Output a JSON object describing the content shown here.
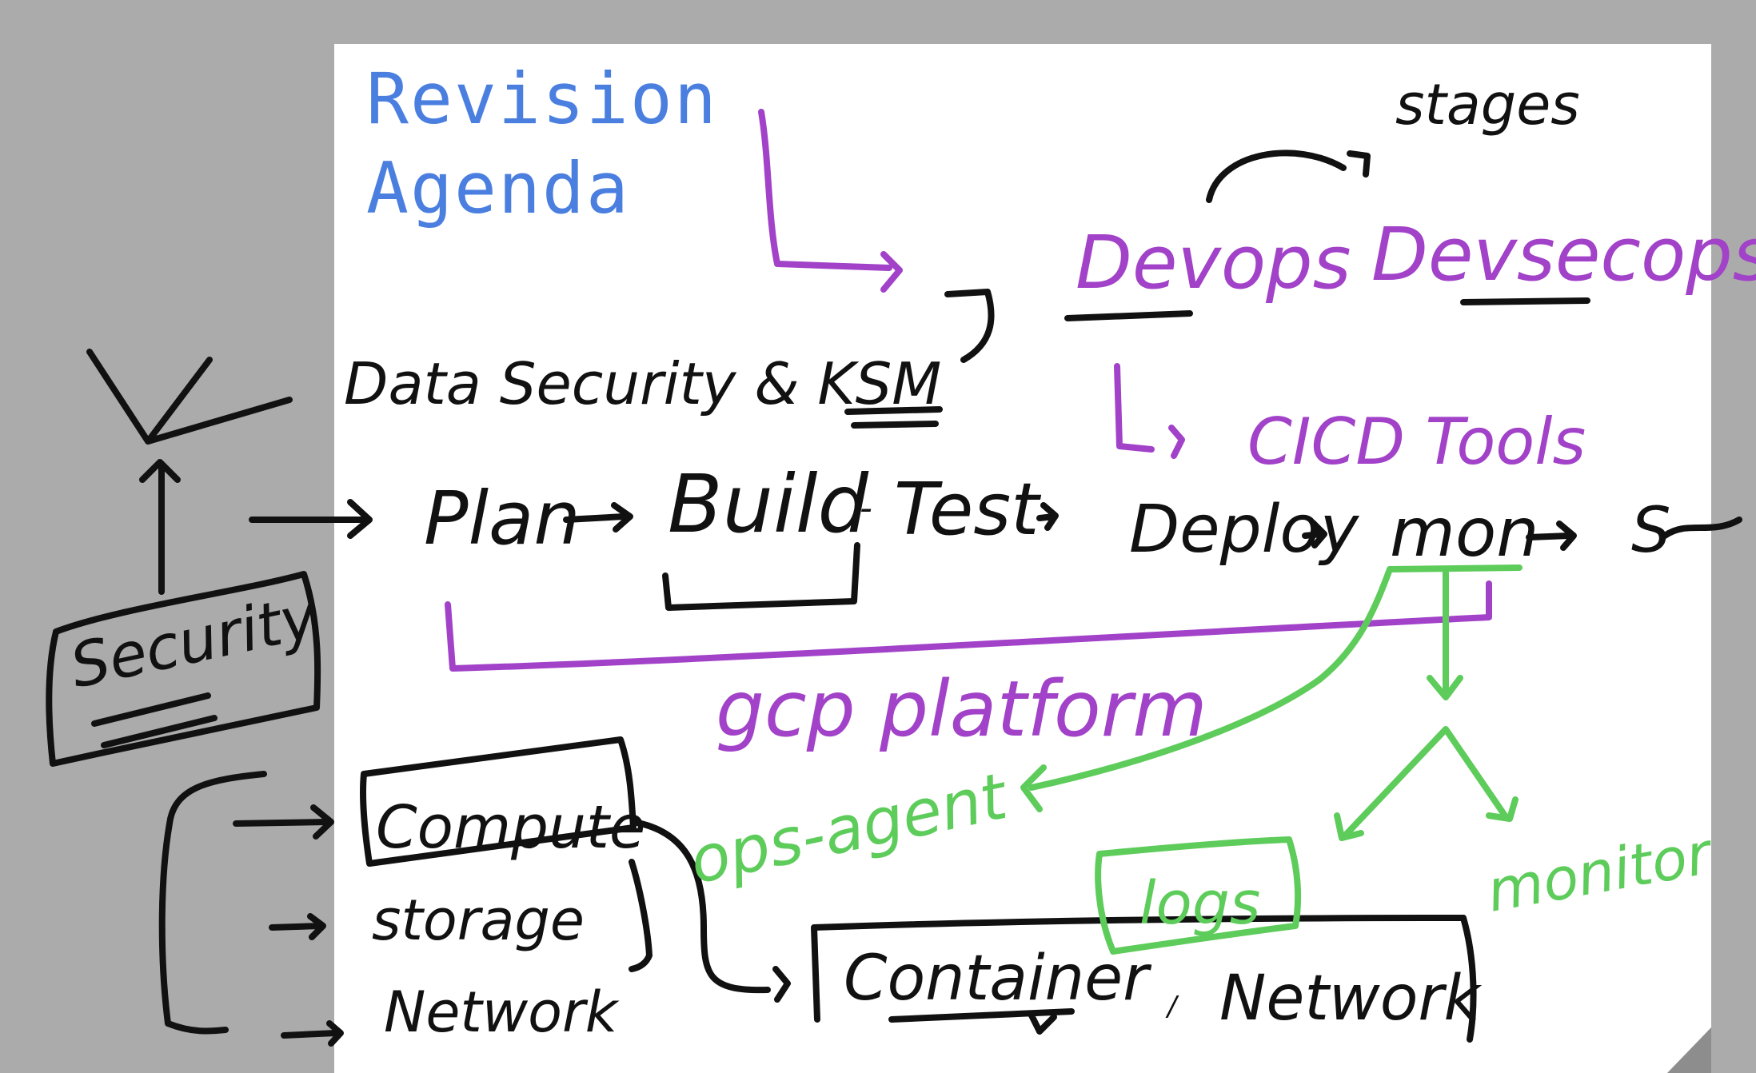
{
  "title": {
    "line1": "Revision",
    "line2": "Agenda"
  },
  "colors": {
    "title": "#4a7fe0",
    "black_ink": "#111111",
    "purple_ink": "#a142c8",
    "green_ink": "#5dcc5a",
    "board": "#ffffff",
    "background": "#ababab"
  },
  "labels": {
    "stages": "stages",
    "devops": "Devops",
    "devsecops": "Devsecops",
    "data_security": "Data Security & KSM",
    "cicd_tools": "CICD Tools",
    "security": "Security",
    "plan": "Plan",
    "build": "Build",
    "test": "Test",
    "deploy": "Deploy",
    "mon": "mon",
    "s": "S",
    "gcp_platform": "gcp platform",
    "ops_agent": "ops-agent",
    "logs": "logs",
    "monitor": "monitor",
    "compute": "Compute",
    "storage": "storage",
    "network": "Network",
    "container": "Container",
    "network2": "Network"
  }
}
